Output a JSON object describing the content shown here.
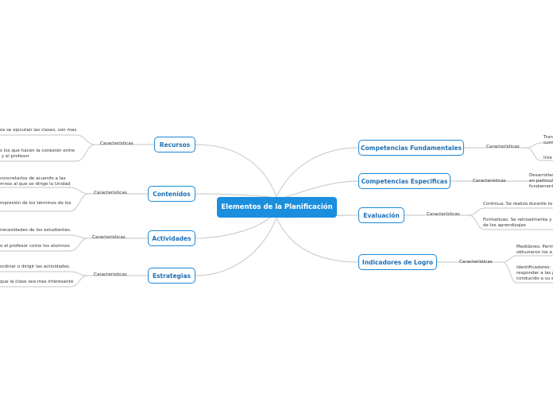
{
  "central": {
    "title": "Elementos de la Planificación"
  },
  "left": [
    {
      "title": "Recursos",
      "label": "Características",
      "items": [
        "os se ejecutan las clases, son mas",
        "s los que hacen la conexión entre\n y el profesor"
      ]
    },
    {
      "title": "Contenidos",
      "label": "Características",
      "items": [
        "concretarlos de acuerdo a las\nmnos al que se dirige la Unidad",
        "mpresión de los términos de los"
      ]
    },
    {
      "title": "Actividades",
      "label": "Características",
      "items": [
        "necesidades de los estudiantes.",
        "o el profesor como los alumnos"
      ]
    },
    {
      "title": "Estrategias",
      "label": "Características",
      "items": [
        "ordinar o dirigir las actividades.",
        "que la clase sea mas interesante"
      ]
    }
  ],
  "right": [
    {
      "title": "Competencias Fundamentales",
      "label": "Características",
      "items": [
        "Tran\ncurri",
        "Inte"
      ]
    },
    {
      "title": "Competencias Especificas",
      "label": "Características",
      "items": [
        "Desarrollar\nen particul\nfundament"
      ]
    },
    {
      "title": "Evaluación",
      "label": "Características",
      "items": [
        "Continua: Se realiza durante to",
        "Formativas: Se retroalimenta y\nde los aprendizajes"
      ]
    },
    {
      "title": "Indicadores de Logro",
      "label": "Características",
      "items": [
        "Medidores: Perm\nobtuvieron los e",
        "Identificadores:\nresponder a las p\nconducido a su e"
      ]
    }
  ]
}
